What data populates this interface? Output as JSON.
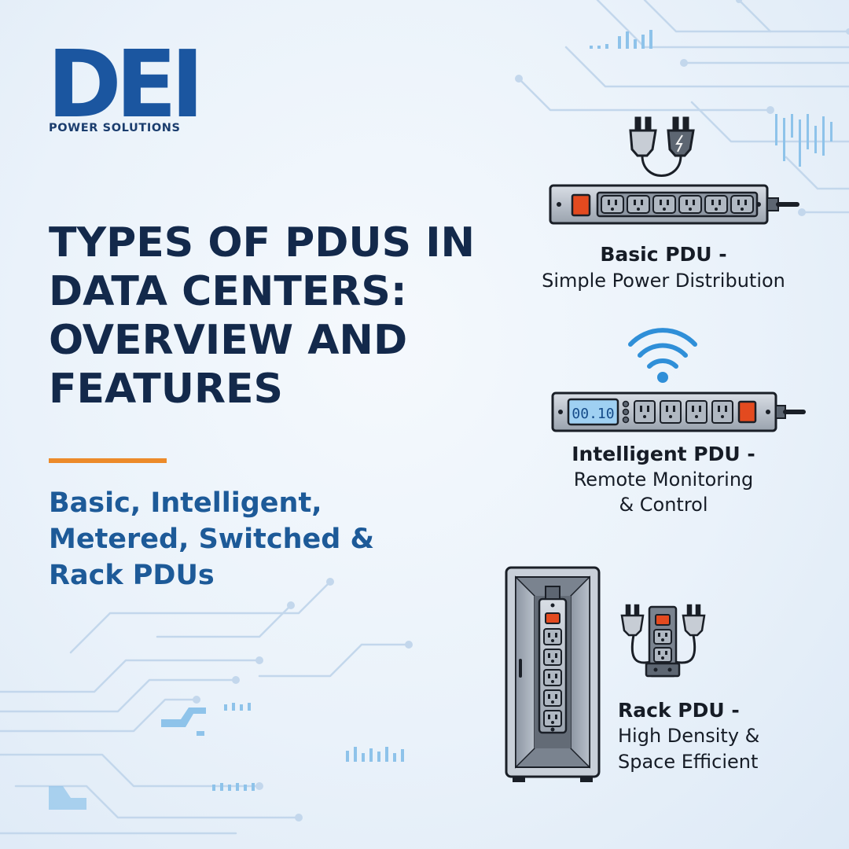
{
  "brand": {
    "logo_letters": "DEI",
    "tagline": "POWER SOLUTIONS"
  },
  "headline": {
    "lines": [
      "TYPES OF PDUS IN",
      "DATA CENTERS:",
      "OVERVIEW AND",
      "FEATURES"
    ]
  },
  "subheadline": {
    "lines": [
      "Basic, Intelligent,",
      "Metered, Switched &",
      "Rack PDUs"
    ]
  },
  "cards": [
    {
      "title": "Basic PDU -",
      "desc_lines": [
        "Simple Power Distribution"
      ]
    },
    {
      "title": "Intelligent PDU -",
      "desc_lines": [
        "Remote Monitoring",
        "& Control"
      ],
      "display_readout": "00.10"
    },
    {
      "title": "Rack PDU -",
      "desc_lines": [
        "High Density &",
        "Space Efficient"
      ]
    }
  ],
  "colors": {
    "navy": "#13294b",
    "brand_blue": "#1d5a98",
    "accent_orange": "#ec8a2a",
    "wifi_blue": "#2f8fd8",
    "switch_red": "#e34a1f"
  },
  "icons": [
    "circuit-pattern",
    "plug-icon",
    "power-strip-icon",
    "wifi-icon",
    "server-rack-icon"
  ]
}
